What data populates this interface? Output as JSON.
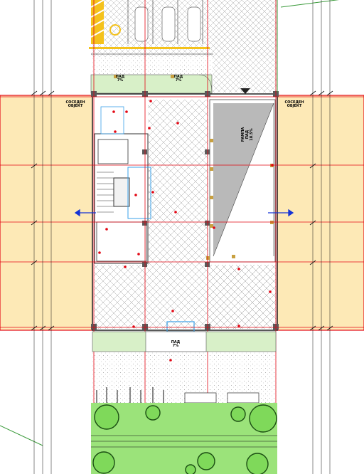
{
  "labels": {
    "neighbor_left": [
      "СОСЕДЕН",
      "ОБЈЕКТ"
    ],
    "neighbor_right": [
      "СОСЕДЕН",
      "ОБЈЕКТ"
    ],
    "slope_top_left": [
      "ПАД",
      "7%"
    ],
    "slope_top_right": [
      "ПАД",
      "7%"
    ],
    "slope_bottom": [
      "ПАД",
      "7%"
    ],
    "ramp": [
      "РАМПА",
      "ПАД",
      "18.5%"
    ]
  },
  "colors": {
    "neighbor_fill": "#fde9b6",
    "red_line": "#e30613",
    "yellow_marking": "#f4c21c",
    "grass": "#9be37a",
    "blue_arrow": "#1433d6",
    "ramp_gray": "#b9b9b9"
  }
}
